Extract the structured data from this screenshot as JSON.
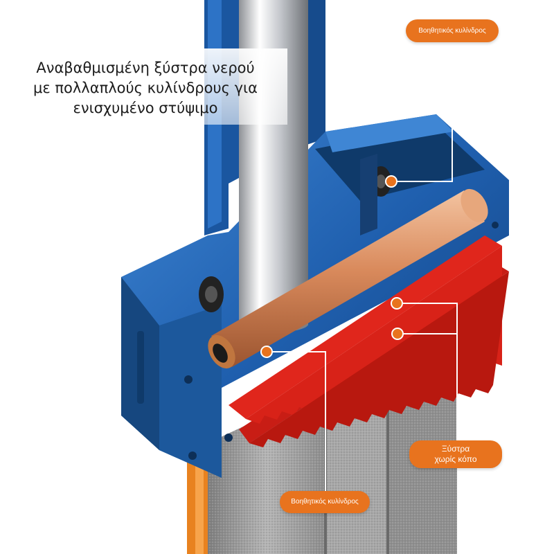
{
  "headline": {
    "line1": "Αναβαθμισμένη ξύστρα νερού",
    "line2": "με πολλαπλούς κυλίνδρους για",
    "line3": "ενισχυμένο στύψιμο"
  },
  "callouts": {
    "aux_roller_top": "Βοηθητικός κυλίνδρος",
    "aux_roller_bottom": "Βοηθητικός κυλίνδρος",
    "scraper_line1": "Ξύστρα",
    "scraper_line2": "χωρίς κόπο"
  },
  "colors": {
    "accent_orange": "#e8731e",
    "body_blue": "#1f5fae",
    "scraper_red": "#e0261c",
    "roller_copper": "#d98a5c",
    "mop_grey": "#9a9a9a"
  }
}
